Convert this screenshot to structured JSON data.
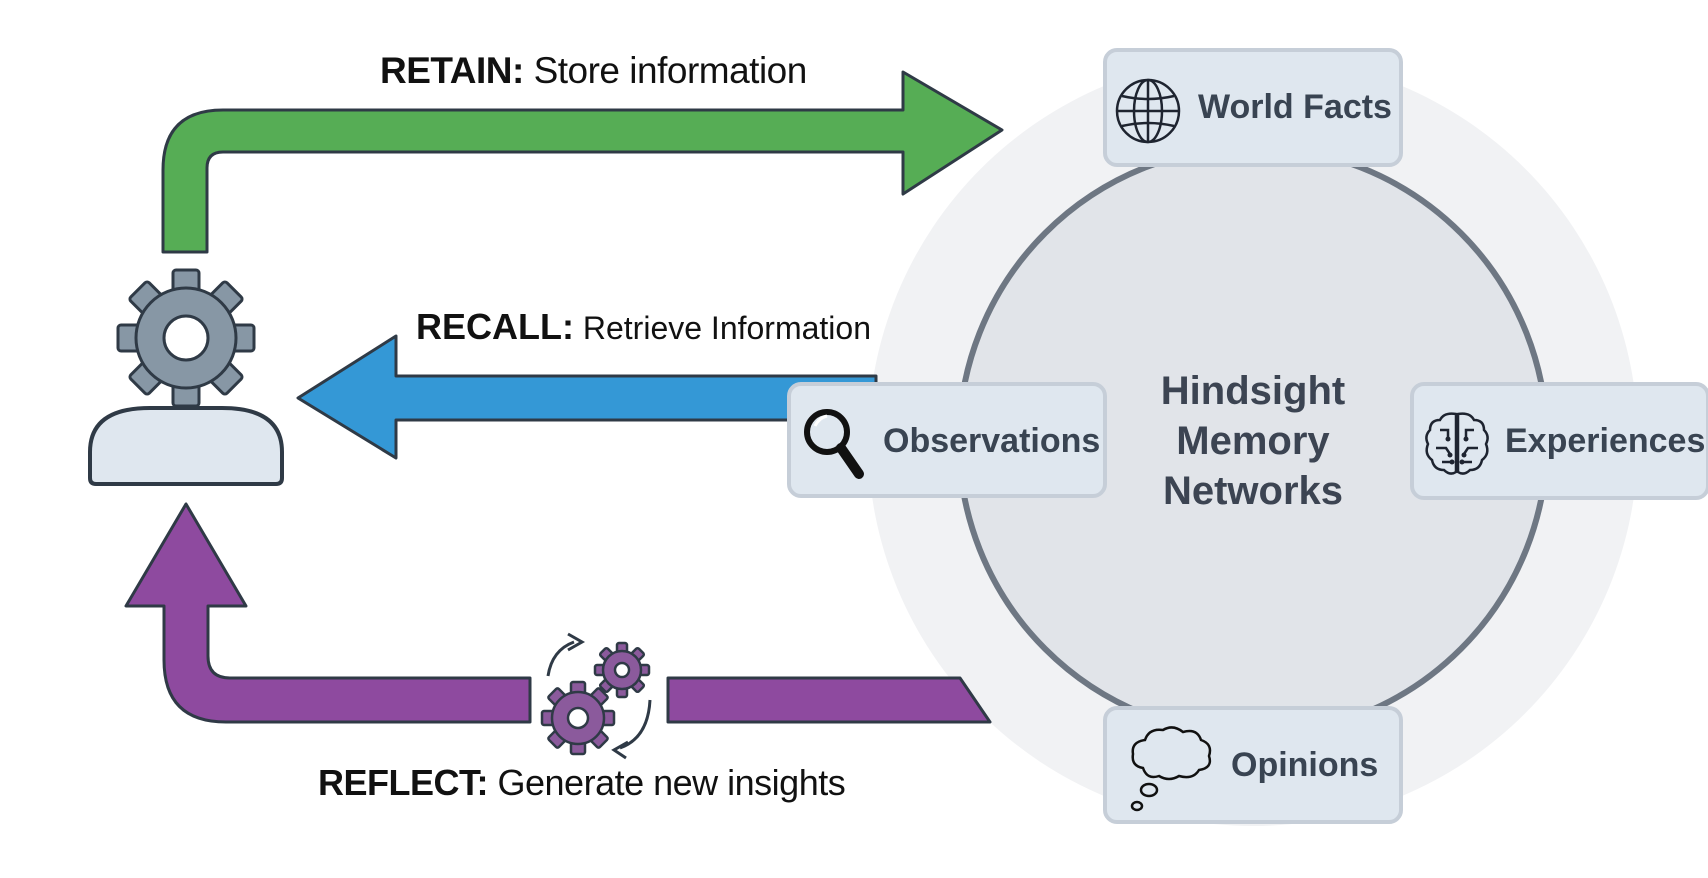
{
  "flows": {
    "retain": {
      "keyword": "RETAIN:",
      "description": "Store information",
      "color": "#56ad55"
    },
    "recall": {
      "keyword": "RECALL:",
      "description": "Retrieve Information",
      "color": "#3498d6"
    },
    "reflect": {
      "keyword": "REFLECT:",
      "description": "Generate new insights",
      "color": "#8e4a9f"
    }
  },
  "center": {
    "line1": "Hindsight",
    "line2": "Memory",
    "line3": "Networks"
  },
  "nodes": {
    "world_facts": {
      "label": "World Facts",
      "icon": "globe-icon"
    },
    "observations": {
      "label": "Observations",
      "icon": "magnifier-icon"
    },
    "experiences": {
      "label": "Experiences",
      "icon": "brain-circuit-icon"
    },
    "opinions": {
      "label": "Opinions",
      "icon": "thought-bubble-icon"
    }
  },
  "agent": {
    "icon": "agent-gear-icon"
  },
  "colors": {
    "outline": "#2f3a46",
    "gear_fill": "#8797a5",
    "panel": "#dfe7ef",
    "circle_fill": "#e1e4e9",
    "halo": "#f1f2f4"
  }
}
